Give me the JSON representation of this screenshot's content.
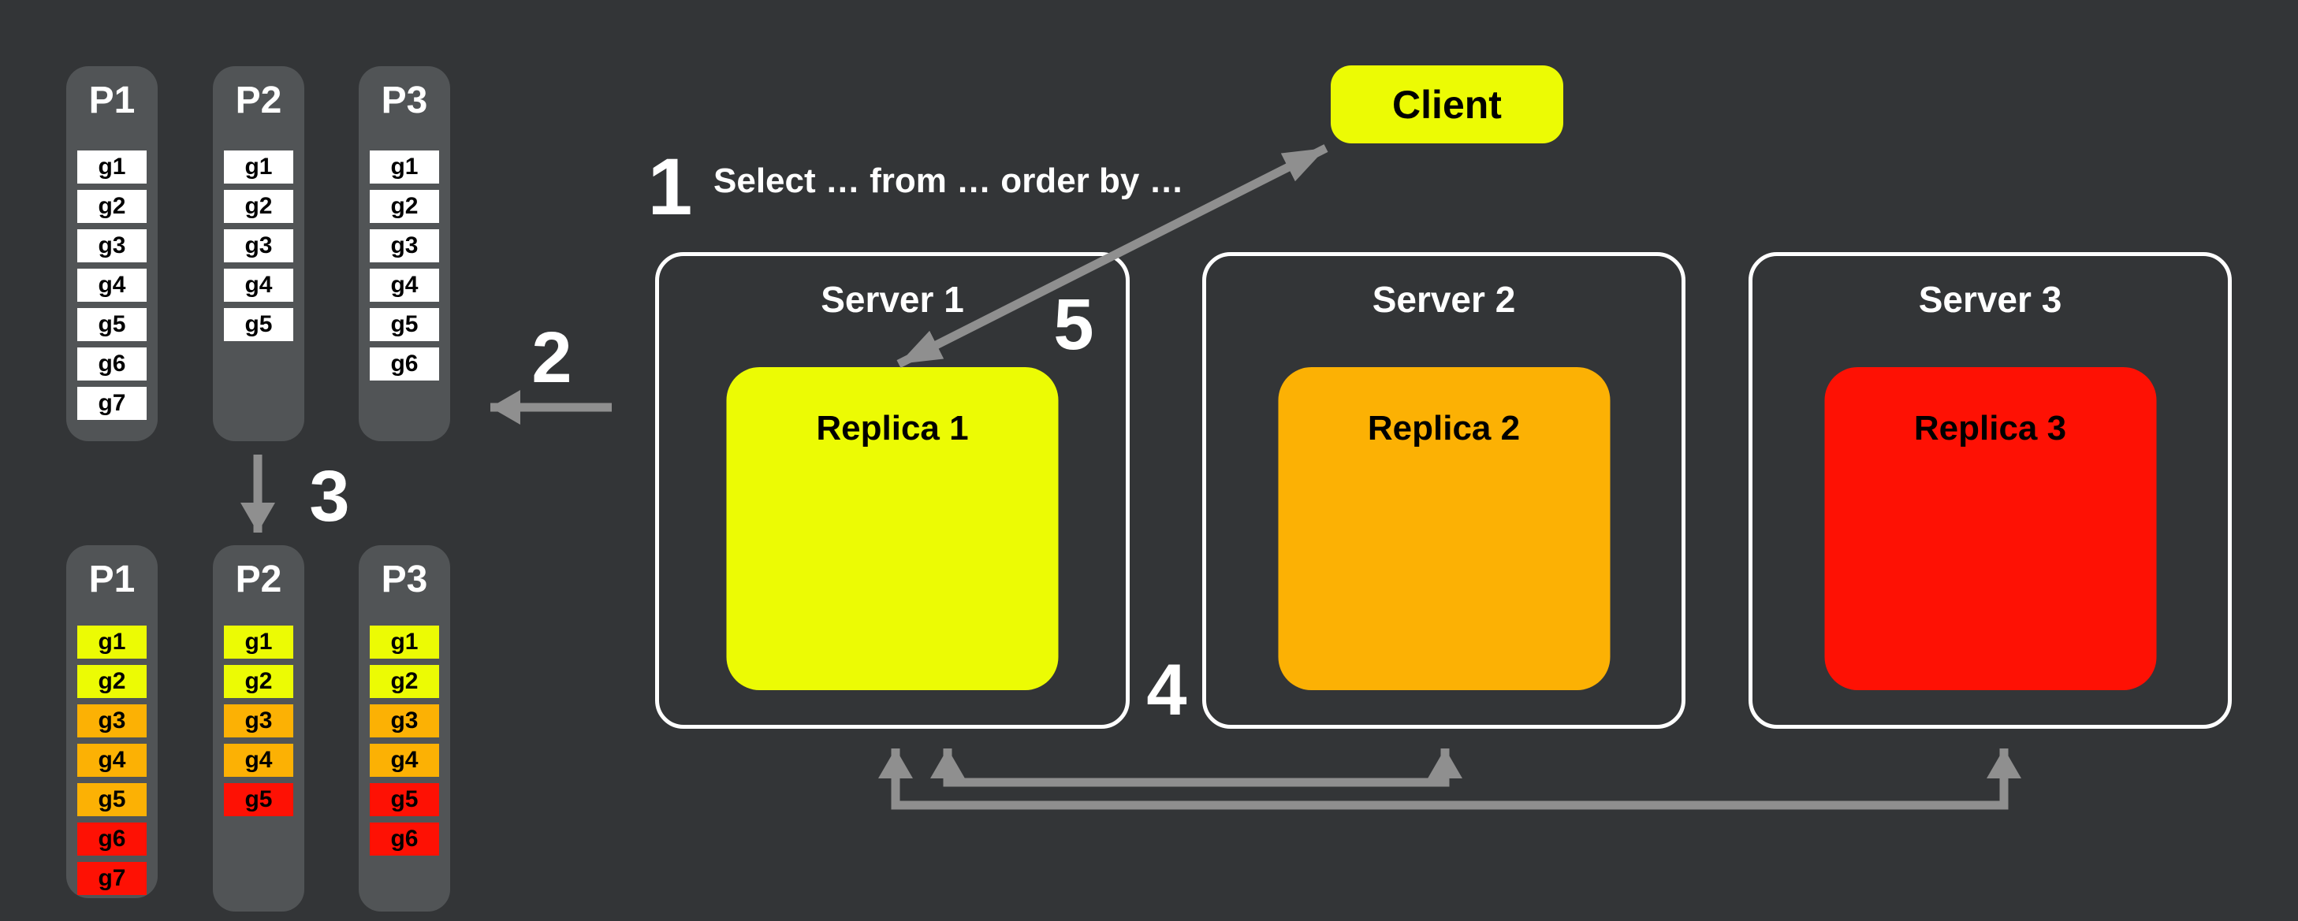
{
  "colors": {
    "background": "#333537",
    "panel_gray": "#515456",
    "heat_yellow": "#ecfb04",
    "heat_orange": "#fcb104",
    "heat_red": "#fe1104",
    "arrow_gray": "#8f8f8f",
    "border_white": "#ffffff"
  },
  "steps": {
    "step1": {
      "number": "1",
      "query": "Select … from … order by …"
    },
    "step2": {
      "number": "2"
    },
    "step3": {
      "number": "3"
    },
    "step4": {
      "number": "4"
    },
    "step5": {
      "number": "5"
    }
  },
  "client": {
    "label": "Client",
    "color": "#ecfb04"
  },
  "servers": [
    {
      "name": "Server 1",
      "replica": {
        "label": "Replica 1",
        "color": "#ecfb04"
      }
    },
    {
      "name": "Server 2",
      "replica": {
        "label": "Replica 2",
        "color": "#fcb104"
      }
    },
    {
      "name": "Server 3",
      "replica": {
        "label": "Replica 3",
        "color": "#fe1104"
      }
    }
  ],
  "partitions_unsorted": [
    {
      "name": "P1",
      "groups": [
        "g1",
        "g2",
        "g3",
        "g4",
        "g5",
        "g6",
        "g7"
      ]
    },
    {
      "name": "P2",
      "groups": [
        "g1",
        "g2",
        "g3",
        "g4",
        "g5"
      ]
    },
    {
      "name": "P3",
      "groups": [
        "g1",
        "g2",
        "g3",
        "g4",
        "g5",
        "g6"
      ]
    }
  ],
  "partitions_sorted": [
    {
      "name": "P1",
      "groups": [
        {
          "label": "g1",
          "color": "#ecfb04"
        },
        {
          "label": "g2",
          "color": "#ecfb04"
        },
        {
          "label": "g3",
          "color": "#fcb104"
        },
        {
          "label": "g4",
          "color": "#fcb104"
        },
        {
          "label": "g5",
          "color": "#fcb104"
        },
        {
          "label": "g6",
          "color": "#fe1104"
        },
        {
          "label": "g7",
          "color": "#fe1104"
        }
      ]
    },
    {
      "name": "P2",
      "groups": [
        {
          "label": "g1",
          "color": "#ecfb04"
        },
        {
          "label": "g2",
          "color": "#ecfb04"
        },
        {
          "label": "g3",
          "color": "#fcb104"
        },
        {
          "label": "g4",
          "color": "#fcb104"
        },
        {
          "label": "g5",
          "color": "#fe1104"
        }
      ]
    },
    {
      "name": "P3",
      "groups": [
        {
          "label": "g1",
          "color": "#ecfb04"
        },
        {
          "label": "g2",
          "color": "#ecfb04"
        },
        {
          "label": "g3",
          "color": "#fcb104"
        },
        {
          "label": "g4",
          "color": "#fcb104"
        },
        {
          "label": "g5",
          "color": "#fe1104"
        },
        {
          "label": "g6",
          "color": "#fe1104"
        }
      ]
    }
  ]
}
